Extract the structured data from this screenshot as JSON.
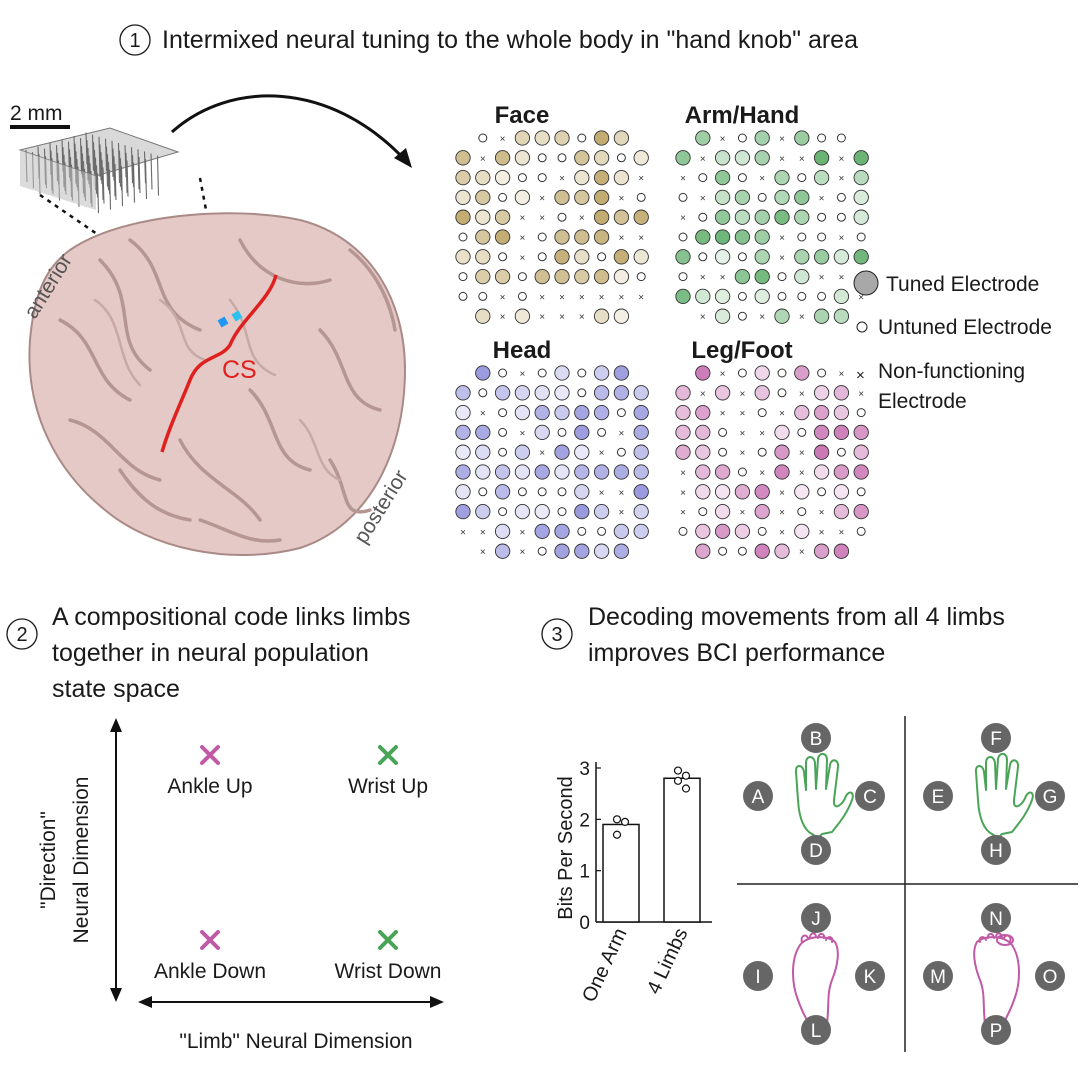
{
  "section1": {
    "number": "1",
    "title": "Intermixed neural tuning to the whole body in \"hand knob\" area",
    "scale_bar_label": "2 mm",
    "label_anterior": "anterior",
    "label_posterior": "posterior",
    "label_cs": "CS"
  },
  "grids": [
    {
      "title": "Face",
      "color": "#b59a52"
    },
    {
      "title": "Arm/Hand",
      "color": "#4aa457"
    },
    {
      "title": "Head",
      "color": "#7f7fd6"
    },
    {
      "title": "Leg/Foot",
      "color": "#c05aa6"
    }
  ],
  "legend": {
    "tuned": "Tuned Electrode",
    "untuned": "Untuned Electrode",
    "nonfunc_line1": "Non-functioning",
    "nonfunc_line2": "Electrode"
  },
  "section2": {
    "number": "2",
    "title_line1": "A compositional code links limbs",
    "title_line2": "together in neural population",
    "title_line3": "state space",
    "ylabel_line1": "\"Direction\"",
    "ylabel_line2": "Neural Dimension",
    "xlabel": "\"Limb\" Neural Dimension",
    "points": [
      {
        "label": "Ankle Up",
        "color": "#c05aa6"
      },
      {
        "label": "Wrist Up",
        "color": "#4aa457"
      },
      {
        "label": "Ankle Down",
        "color": "#c05aa6"
      },
      {
        "label": "Wrist Down",
        "color": "#4aa457"
      }
    ]
  },
  "section3": {
    "number": "3",
    "title_line1": "Decoding movements from all 4 limbs",
    "title_line2": "improves BCI performance",
    "hand_color": "#4aa457",
    "foot_color": "#c05aa6",
    "targets": {
      "q1": {
        "top": "B",
        "left": "A",
        "right": "C",
        "bottom": "D"
      },
      "q2": {
        "top": "F",
        "left": "E",
        "right": "G",
        "bottom": "H"
      },
      "q3": {
        "top": "J",
        "left": "I",
        "right": "K",
        "bottom": "L"
      },
      "q4": {
        "top": "N",
        "left": "M",
        "right": "O",
        "bottom": "P"
      }
    }
  },
  "chart_data": {
    "type": "bar",
    "categories": [
      "One Arm",
      "4 Limbs"
    ],
    "values": [
      1.9,
      2.8
    ],
    "ylabel": "Bits Per Second",
    "xlabel": "",
    "ylim": [
      0,
      3
    ],
    "yticks": [
      "0",
      "1",
      "2",
      "3"
    ],
    "points": [
      [
        2.0,
        1.95,
        1.7
      ],
      [
        2.95,
        2.85,
        2.75,
        2.6
      ]
    ]
  }
}
